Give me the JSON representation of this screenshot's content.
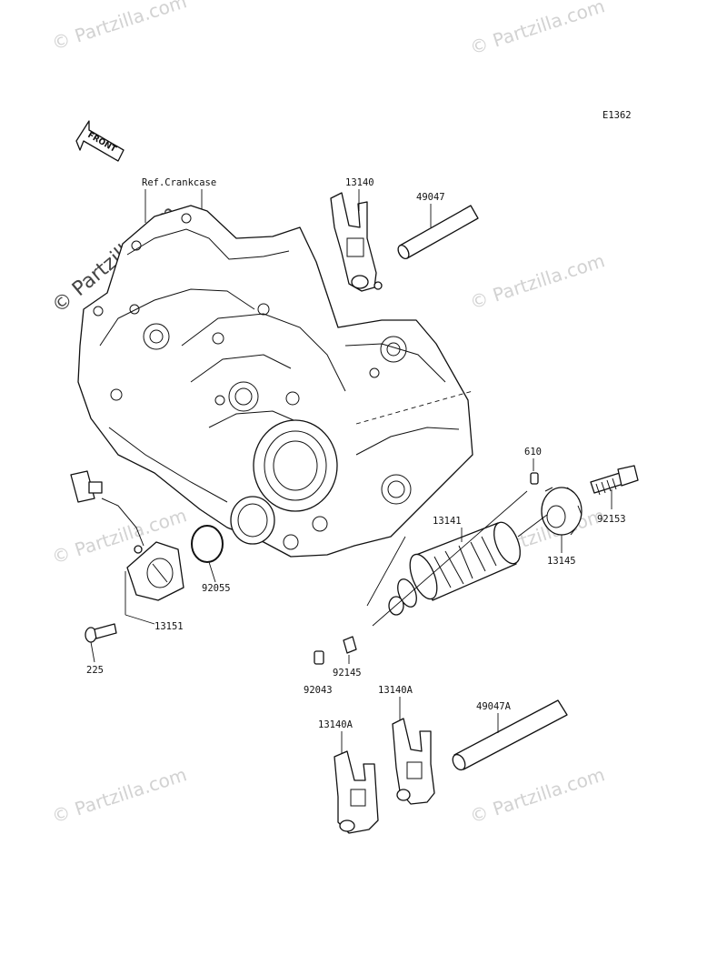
{
  "diagram": {
    "code": "E1362",
    "front_label": "FRONT",
    "ref_label": "Ref.Crankcase",
    "part_numbers": {
      "p13140": "13140",
      "p49047": "49047",
      "p610": "610",
      "p92153": "92153",
      "p13141": "13141",
      "p13145": "13145",
      "p92055": "92055",
      "p13151": "13151",
      "p225": "225",
      "p92145": "92145",
      "p92043": "92043",
      "p13140A_right": "13140A",
      "p13140A_left": "13140A",
      "p49047A": "49047A"
    }
  },
  "watermarks": {
    "text": "© Partzilla.com"
  }
}
